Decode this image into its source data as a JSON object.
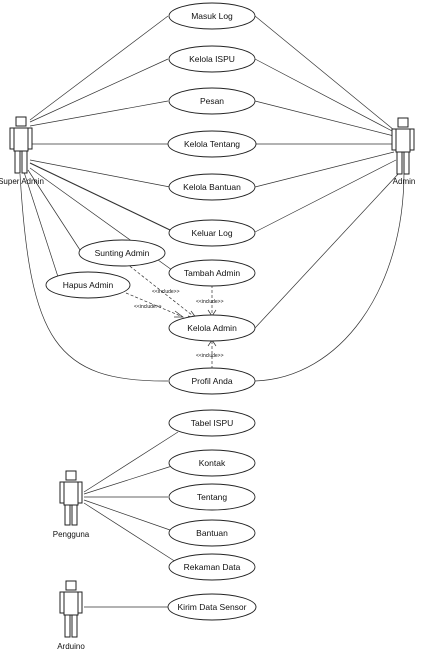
{
  "actors": {
    "super_admin": "Super Admin",
    "admin": "Admin",
    "pengguna": "Pengguna",
    "arduino": "Arduino"
  },
  "use_cases": {
    "masuk_log": "Masuk Log",
    "kelola_ispu": "Kelola ISPU",
    "pesan": "Pesan",
    "kelola_tentang": "Kelola Tentang",
    "kelola_bantuan": "Kelola Bantuan",
    "keluar_log": "Keluar Log",
    "sunting_admin": "Sunting Admin",
    "tambah_admin": "Tambah Admin",
    "hapus_admin": "Hapus Admin",
    "kelola_admin": "Kelola Admin",
    "profil_anda": "Profil Anda",
    "tabel_ispu": "Tabel ISPU",
    "kontak": "Kontak",
    "tentang": "Tentang",
    "bantuan": "Bantuan",
    "rekaman_data": "Rekaman Data",
    "kirim_data_sensor": "Kirim Data Sensor"
  },
  "relations": {
    "include": "<<include>>"
  }
}
